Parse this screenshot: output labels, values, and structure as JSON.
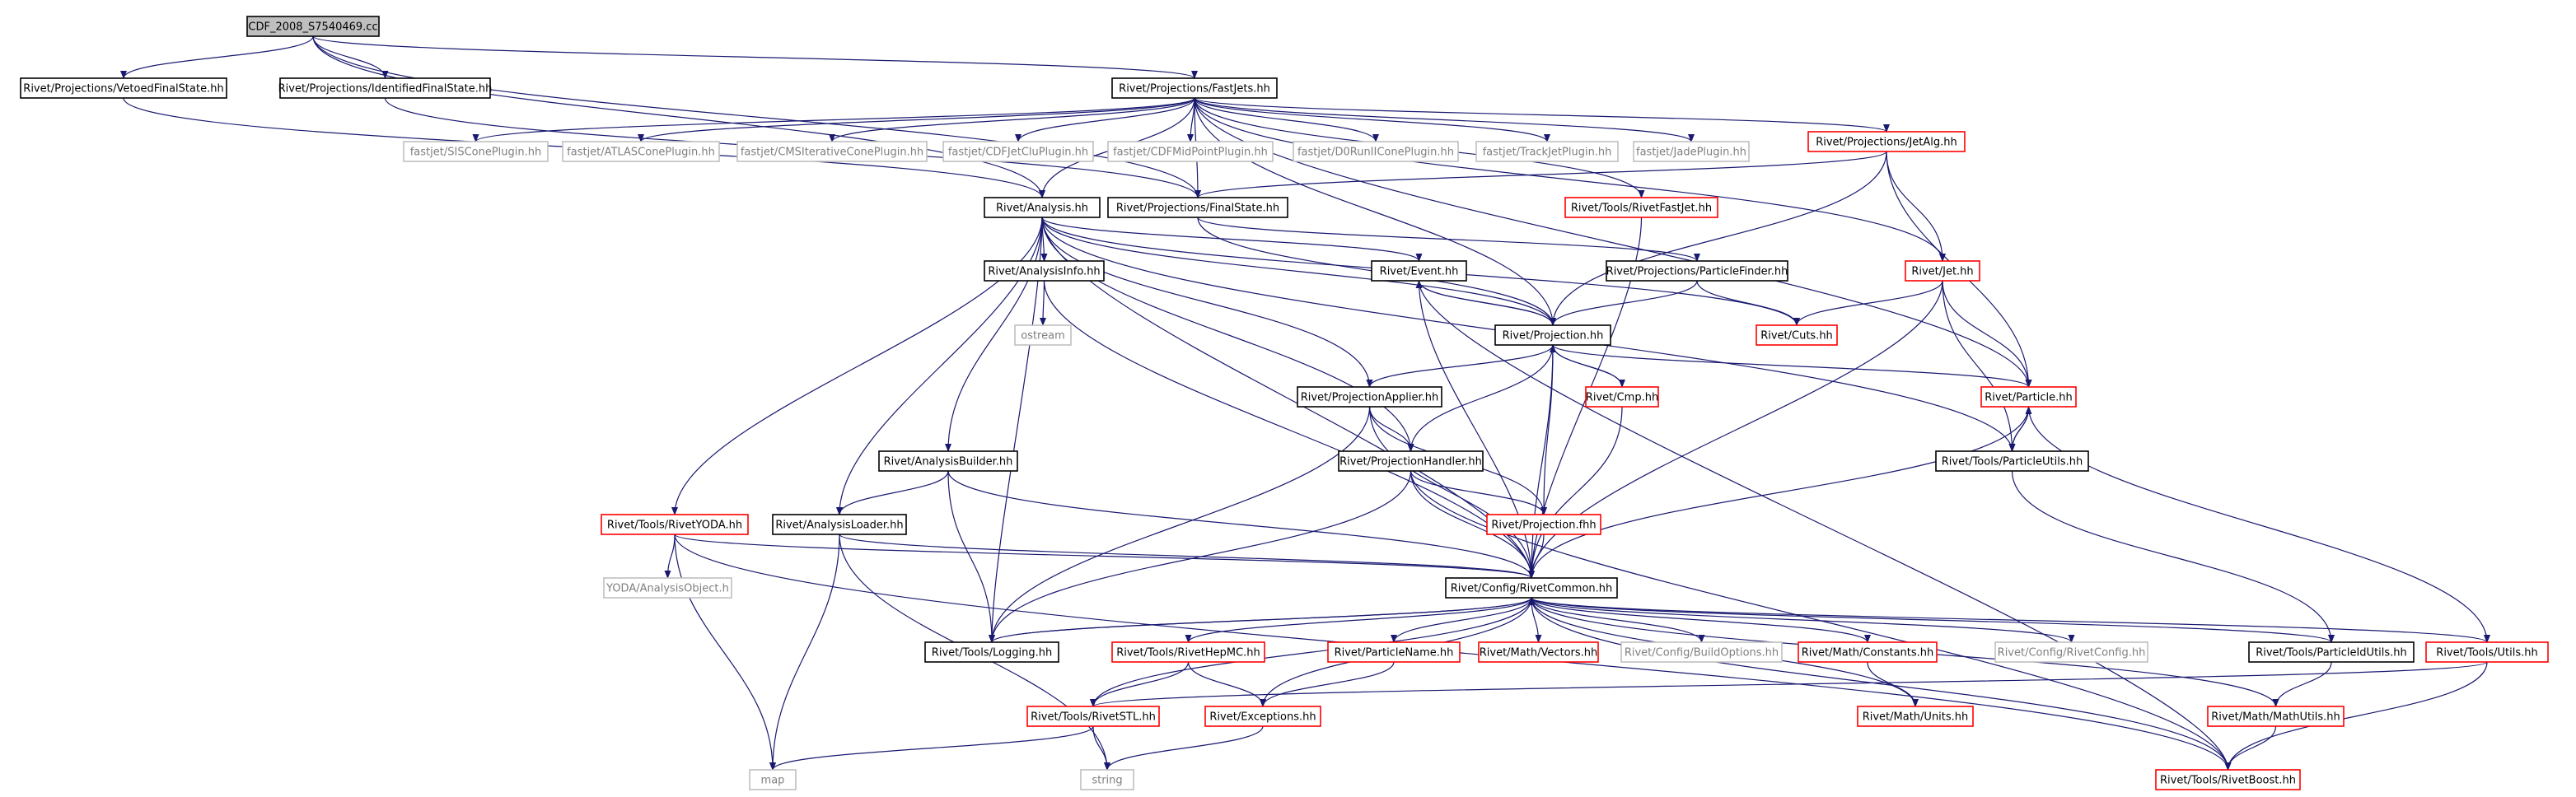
{
  "colors": {
    "edge": "#191970",
    "border_normal": "#000000",
    "border_external": "#bfbfbf",
    "border_undocumented": "#ff0000",
    "root_fill": "#bfbfbf",
    "background": "#ffffff"
  },
  "graph": {
    "nodes": [
      {
        "id": "root",
        "label": "CDF_2008_S7540469.cc",
        "kind": "root"
      },
      {
        "id": "vetoed",
        "label": "Rivet/Projections/VetoedFinalState.hh",
        "kind": "normal"
      },
      {
        "id": "identified",
        "label": "Rivet/Projections/IdentifiedFinalState.hh",
        "kind": "normal"
      },
      {
        "id": "fastjets",
        "label": "Rivet/Projections/FastJets.hh",
        "kind": "normal"
      },
      {
        "id": "siscone",
        "label": "fastjet/SISConePlugin.hh",
        "kind": "external"
      },
      {
        "id": "atlascone",
        "label": "fastjet/ATLASConePlugin.hh",
        "kind": "external"
      },
      {
        "id": "cmsiter",
        "label": "fastjet/CMSIterativeConePlugin.hh",
        "kind": "external"
      },
      {
        "id": "cdfjetclu",
        "label": "fastjet/CDFJetCluPlugin.hh",
        "kind": "external"
      },
      {
        "id": "cdfmid",
        "label": "fastjet/CDFMidPointPlugin.hh",
        "kind": "external"
      },
      {
        "id": "d0run",
        "label": "fastjet/D0RunIIConePlugin.hh",
        "kind": "external"
      },
      {
        "id": "trackjet",
        "label": "fastjet/TrackJetPlugin.hh",
        "kind": "external"
      },
      {
        "id": "jade",
        "label": "fastjet/JadePlugin.hh",
        "kind": "external"
      },
      {
        "id": "jetalg",
        "label": "Rivet/Projections/JetAlg.hh",
        "kind": "undocumented"
      },
      {
        "id": "analysis",
        "label": "Rivet/Analysis.hh",
        "kind": "normal"
      },
      {
        "id": "finalstate",
        "label": "Rivet/Projections/FinalState.hh",
        "kind": "normal"
      },
      {
        "id": "rivetfastjet",
        "label": "Rivet/Tools/RivetFastJet.hh",
        "kind": "undocumented"
      },
      {
        "id": "analysisinfo",
        "label": "Rivet/AnalysisInfo.hh",
        "kind": "normal"
      },
      {
        "id": "event",
        "label": "Rivet/Event.hh",
        "kind": "normal"
      },
      {
        "id": "particlefinder",
        "label": "Rivet/Projections/ParticleFinder.hh",
        "kind": "normal"
      },
      {
        "id": "jet",
        "label": "Rivet/Jet.hh",
        "kind": "undocumented"
      },
      {
        "id": "ostream",
        "label": "ostream",
        "kind": "external"
      },
      {
        "id": "projection",
        "label": "Rivet/Projection.hh",
        "kind": "normal"
      },
      {
        "id": "cuts",
        "label": "Rivet/Cuts.hh",
        "kind": "undocumented"
      },
      {
        "id": "cmp",
        "label": "Rivet/Cmp.hh",
        "kind": "undocumented"
      },
      {
        "id": "projapplier",
        "label": "Rivet/ProjectionApplier.hh",
        "kind": "normal"
      },
      {
        "id": "particle",
        "label": "Rivet/Particle.hh",
        "kind": "undocumented"
      },
      {
        "id": "particleutils",
        "label": "Rivet/Tools/ParticleUtils.hh",
        "kind": "normal"
      },
      {
        "id": "analysisbuilder",
        "label": "Rivet/AnalysisBuilder.hh",
        "kind": "normal"
      },
      {
        "id": "projhandler",
        "label": "Rivet/ProjectionHandler.hh",
        "kind": "normal"
      },
      {
        "id": "rivetyoda",
        "label": "Rivet/Tools/RivetYODA.hh",
        "kind": "undocumented"
      },
      {
        "id": "analysisloader",
        "label": "Rivet/AnalysisLoader.hh",
        "kind": "normal"
      },
      {
        "id": "projectionfhh",
        "label": "Rivet/Projection.fhh",
        "kind": "undocumented"
      },
      {
        "id": "yodaobj",
        "label": "YODA/AnalysisObject.h",
        "kind": "external"
      },
      {
        "id": "rivetcommon",
        "label": "Rivet/Config/RivetCommon.hh",
        "kind": "normal"
      },
      {
        "id": "logging",
        "label": "Rivet/Tools/Logging.hh",
        "kind": "normal"
      },
      {
        "id": "rivethepmc",
        "label": "Rivet/Tools/RivetHepMC.hh",
        "kind": "undocumented"
      },
      {
        "id": "particlename",
        "label": "Rivet/ParticleName.hh",
        "kind": "undocumented"
      },
      {
        "id": "vectors",
        "label": "Rivet/Math/Vectors.hh",
        "kind": "undocumented"
      },
      {
        "id": "buildoptions",
        "label": "Rivet/Config/BuildOptions.hh",
        "kind": "external"
      },
      {
        "id": "constants",
        "label": "Rivet/Math/Constants.hh",
        "kind": "undocumented"
      },
      {
        "id": "rivetconfig",
        "label": "Rivet/Config/RivetConfig.hh",
        "kind": "external"
      },
      {
        "id": "particleidutils",
        "label": "Rivet/Tools/ParticleIdUtils.hh",
        "kind": "normal"
      },
      {
        "id": "utils",
        "label": "Rivet/Tools/Utils.hh",
        "kind": "undocumented"
      },
      {
        "id": "rivetstl",
        "label": "Rivet/Tools/RivetSTL.hh",
        "kind": "undocumented"
      },
      {
        "id": "exceptions",
        "label": "Rivet/Exceptions.hh",
        "kind": "undocumented"
      },
      {
        "id": "units",
        "label": "Rivet/Math/Units.hh",
        "kind": "undocumented"
      },
      {
        "id": "mathutils",
        "label": "Rivet/Math/MathUtils.hh",
        "kind": "undocumented"
      },
      {
        "id": "map",
        "label": "map",
        "kind": "external"
      },
      {
        "id": "string",
        "label": "string",
        "kind": "external"
      },
      {
        "id": "rivetboost",
        "label": "Rivet/Tools/RivetBoost.hh",
        "kind": "undocumented"
      }
    ],
    "edges": [
      [
        "root",
        "vetoed"
      ],
      [
        "root",
        "identified"
      ],
      [
        "root",
        "fastjets"
      ],
      [
        "root",
        "analysis"
      ],
      [
        "root",
        "finalstate"
      ],
      [
        "vetoed",
        "analysis"
      ],
      [
        "identified",
        "finalstate"
      ],
      [
        "fastjets",
        "siscone"
      ],
      [
        "fastjets",
        "atlascone"
      ],
      [
        "fastjets",
        "cmsiter"
      ],
      [
        "fastjets",
        "cdfjetclu"
      ],
      [
        "fastjets",
        "cdfmid"
      ],
      [
        "fastjets",
        "d0run"
      ],
      [
        "fastjets",
        "trackjet"
      ],
      [
        "fastjets",
        "jade"
      ],
      [
        "fastjets",
        "jetalg"
      ],
      [
        "fastjets",
        "finalstate"
      ],
      [
        "fastjets",
        "rivetfastjet"
      ],
      [
        "fastjets",
        "jet"
      ],
      [
        "fastjets",
        "particle"
      ],
      [
        "fastjets",
        "projection"
      ],
      [
        "fastjets",
        "analysis"
      ],
      [
        "jetalg",
        "finalstate"
      ],
      [
        "jetalg",
        "jet"
      ],
      [
        "jetalg",
        "particle"
      ],
      [
        "jetalg",
        "projection"
      ],
      [
        "analysis",
        "analysisinfo"
      ],
      [
        "analysis",
        "event"
      ],
      [
        "analysis",
        "projection"
      ],
      [
        "analysis",
        "projapplier"
      ],
      [
        "analysis",
        "projhandler"
      ],
      [
        "analysis",
        "analysisbuilder"
      ],
      [
        "analysis",
        "analysisloader"
      ],
      [
        "analysis",
        "rivetyoda"
      ],
      [
        "analysis",
        "logging"
      ],
      [
        "analysis",
        "rivetcommon"
      ],
      [
        "analysis",
        "particleutils"
      ],
      [
        "analysis",
        "cuts"
      ],
      [
        "finalstate",
        "particlefinder"
      ],
      [
        "finalstate",
        "projection"
      ],
      [
        "rivetfastjet",
        "rivetcommon"
      ],
      [
        "analysisinfo",
        "ostream"
      ],
      [
        "analysisinfo",
        "rivetcommon"
      ],
      [
        "event",
        "projection"
      ],
      [
        "event",
        "rivetcommon"
      ],
      [
        "event",
        "rivetboost"
      ],
      [
        "particlefinder",
        "projection"
      ],
      [
        "particlefinder",
        "cuts"
      ],
      [
        "jet",
        "cuts"
      ],
      [
        "jet",
        "particle"
      ],
      [
        "jet",
        "particleutils"
      ],
      [
        "jet",
        "rivetcommon"
      ],
      [
        "projection",
        "event"
      ],
      [
        "projection",
        "projapplier"
      ],
      [
        "projection",
        "projhandler"
      ],
      [
        "projection",
        "cmp"
      ],
      [
        "projection",
        "particle"
      ],
      [
        "projection",
        "projectionfhh"
      ],
      [
        "projection",
        "rivetcommon"
      ],
      [
        "cmp",
        "projection"
      ],
      [
        "cmp",
        "rivetcommon"
      ],
      [
        "projapplier",
        "projhandler"
      ],
      [
        "projapplier",
        "projectionfhh"
      ],
      [
        "projapplier",
        "logging"
      ],
      [
        "projapplier",
        "rivetcommon"
      ],
      [
        "particle",
        "particleutils"
      ],
      [
        "particle",
        "utils"
      ],
      [
        "particle",
        "rivetcommon"
      ],
      [
        "particleutils",
        "particle"
      ],
      [
        "particleutils",
        "particleidutils"
      ],
      [
        "analysisbuilder",
        "analysisloader"
      ],
      [
        "analysisbuilder",
        "logging"
      ],
      [
        "analysisbuilder",
        "rivetcommon"
      ],
      [
        "projhandler",
        "projectionfhh"
      ],
      [
        "projhandler",
        "logging"
      ],
      [
        "projhandler",
        "rivetcommon"
      ],
      [
        "projhandler",
        "rivetboost"
      ],
      [
        "rivetyoda",
        "yodaobj"
      ],
      [
        "rivetyoda",
        "rivetcommon"
      ],
      [
        "rivetyoda",
        "map"
      ],
      [
        "rivetyoda",
        "rivetboost"
      ],
      [
        "analysisloader",
        "rivetcommon"
      ],
      [
        "analysisloader",
        "map"
      ],
      [
        "analysisloader",
        "string"
      ],
      [
        "projectionfhh",
        "rivetcommon"
      ],
      [
        "rivetcommon",
        "logging"
      ],
      [
        "rivetcommon",
        "rivethepmc"
      ],
      [
        "rivetcommon",
        "particlename"
      ],
      [
        "rivetcommon",
        "vectors"
      ],
      [
        "rivetcommon",
        "buildoptions"
      ],
      [
        "rivetcommon",
        "constants"
      ],
      [
        "rivetcommon",
        "rivetconfig"
      ],
      [
        "rivetcommon",
        "particleidutils"
      ],
      [
        "rivetcommon",
        "utils"
      ],
      [
        "rivetcommon",
        "rivetstl"
      ],
      [
        "rivetcommon",
        "exceptions"
      ],
      [
        "rivetcommon",
        "units"
      ],
      [
        "rivetcommon",
        "mathutils"
      ],
      [
        "rivetcommon",
        "rivetboost"
      ],
      [
        "logging",
        "rivetcommon"
      ],
      [
        "rivethepmc",
        "rivetstl"
      ],
      [
        "rivethepmc",
        "exceptions"
      ],
      [
        "particlename",
        "exceptions"
      ],
      [
        "constants",
        "units"
      ],
      [
        "particleidutils",
        "mathutils"
      ],
      [
        "utils",
        "rivetstl"
      ],
      [
        "utils",
        "rivetboost"
      ],
      [
        "rivetstl",
        "map"
      ],
      [
        "rivetstl",
        "string"
      ],
      [
        "exceptions",
        "string"
      ],
      [
        "mathutils",
        "rivetboost"
      ]
    ]
  }
}
